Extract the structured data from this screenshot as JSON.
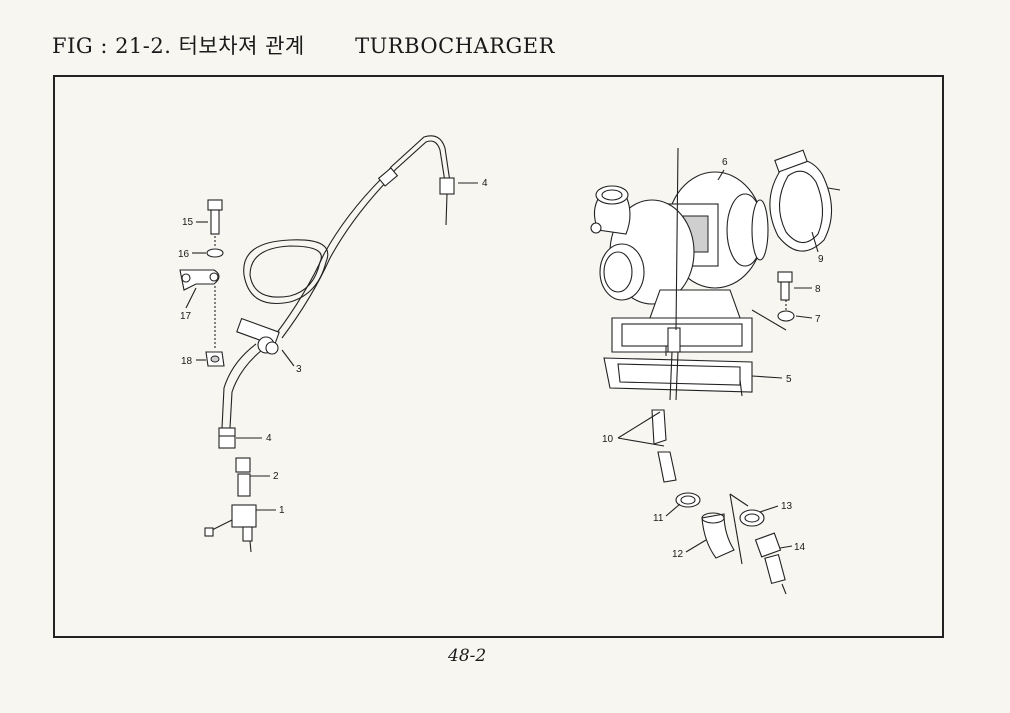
{
  "figure": {
    "title_prefix": "FIG : 21-2.",
    "title_korean": "터보차져 관계",
    "title_english": "TURBOCHARGER"
  },
  "callouts": {
    "c1": "1",
    "c2": "2",
    "c3": "3",
    "c4a": "4",
    "c4b": "4",
    "c5": "5",
    "c6": "6",
    "c7": "7",
    "c8": "8",
    "c9": "9",
    "c10": "10",
    "c11": "11",
    "c12": "12",
    "c13": "13",
    "c14": "14",
    "c15": "15",
    "c16": "16",
    "c17": "17",
    "c18": "18"
  },
  "page_number": "48-2"
}
